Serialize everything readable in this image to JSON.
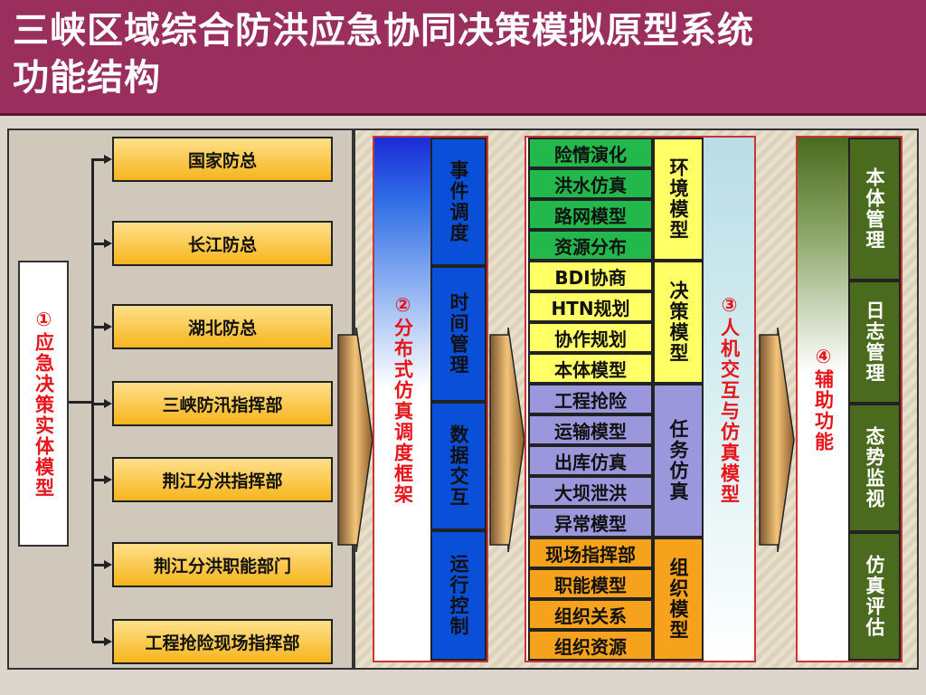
{
  "title": {
    "line1": "三峡区域综合防洪应急协同决策模拟原型系统",
    "line2": "功能结构"
  },
  "colors": {
    "title_bg": "#9a2f5e",
    "entity_fill": "#f6b51d",
    "label_red": "#e8141b",
    "green_dark": "#4a6b1e",
    "blue_col": "#0a4fd8",
    "yellow_col": "#ffff66",
    "lavender_col": "#9b97dd",
    "orange_col": "#f6a21c"
  },
  "entity_model": {
    "label": "①应急决策实体模型",
    "items": [
      "国家防总",
      "长江防总",
      "湖北防总",
      "三峡防汛指挥部",
      "荆江分洪指挥部",
      "荆江分洪职能部门",
      "工程抢险现场指挥部"
    ]
  },
  "framework": {
    "label": "②分布式仿真调度框架",
    "items": [
      "事件调度",
      "时间管理",
      "数据交互",
      "运行控制"
    ]
  },
  "models": {
    "groups": [
      {
        "name": "环境模型",
        "items": [
          "险情演化",
          "洪水仿真",
          "路网模型",
          "资源分布"
        ]
      },
      {
        "name": "决策模型",
        "items": [
          "BDI协商",
          "HTN规划",
          "协作规划",
          "本体模型"
        ]
      },
      {
        "name": "任务仿真",
        "items": [
          "工程抢险",
          "运输模型",
          "出库仿真",
          "大坝泄洪",
          "异常模型"
        ]
      },
      {
        "name": "组织模型",
        "items": [
          "现场指挥部",
          "职能模型",
          "组织关系",
          "组织资源"
        ]
      }
    ]
  },
  "interaction": {
    "label": "③人机交互与仿真模型"
  },
  "auxiliary": {
    "label": "④辅助功能",
    "items": [
      "本体管理",
      "日志管理",
      "态势监视",
      "仿真评估"
    ]
  }
}
